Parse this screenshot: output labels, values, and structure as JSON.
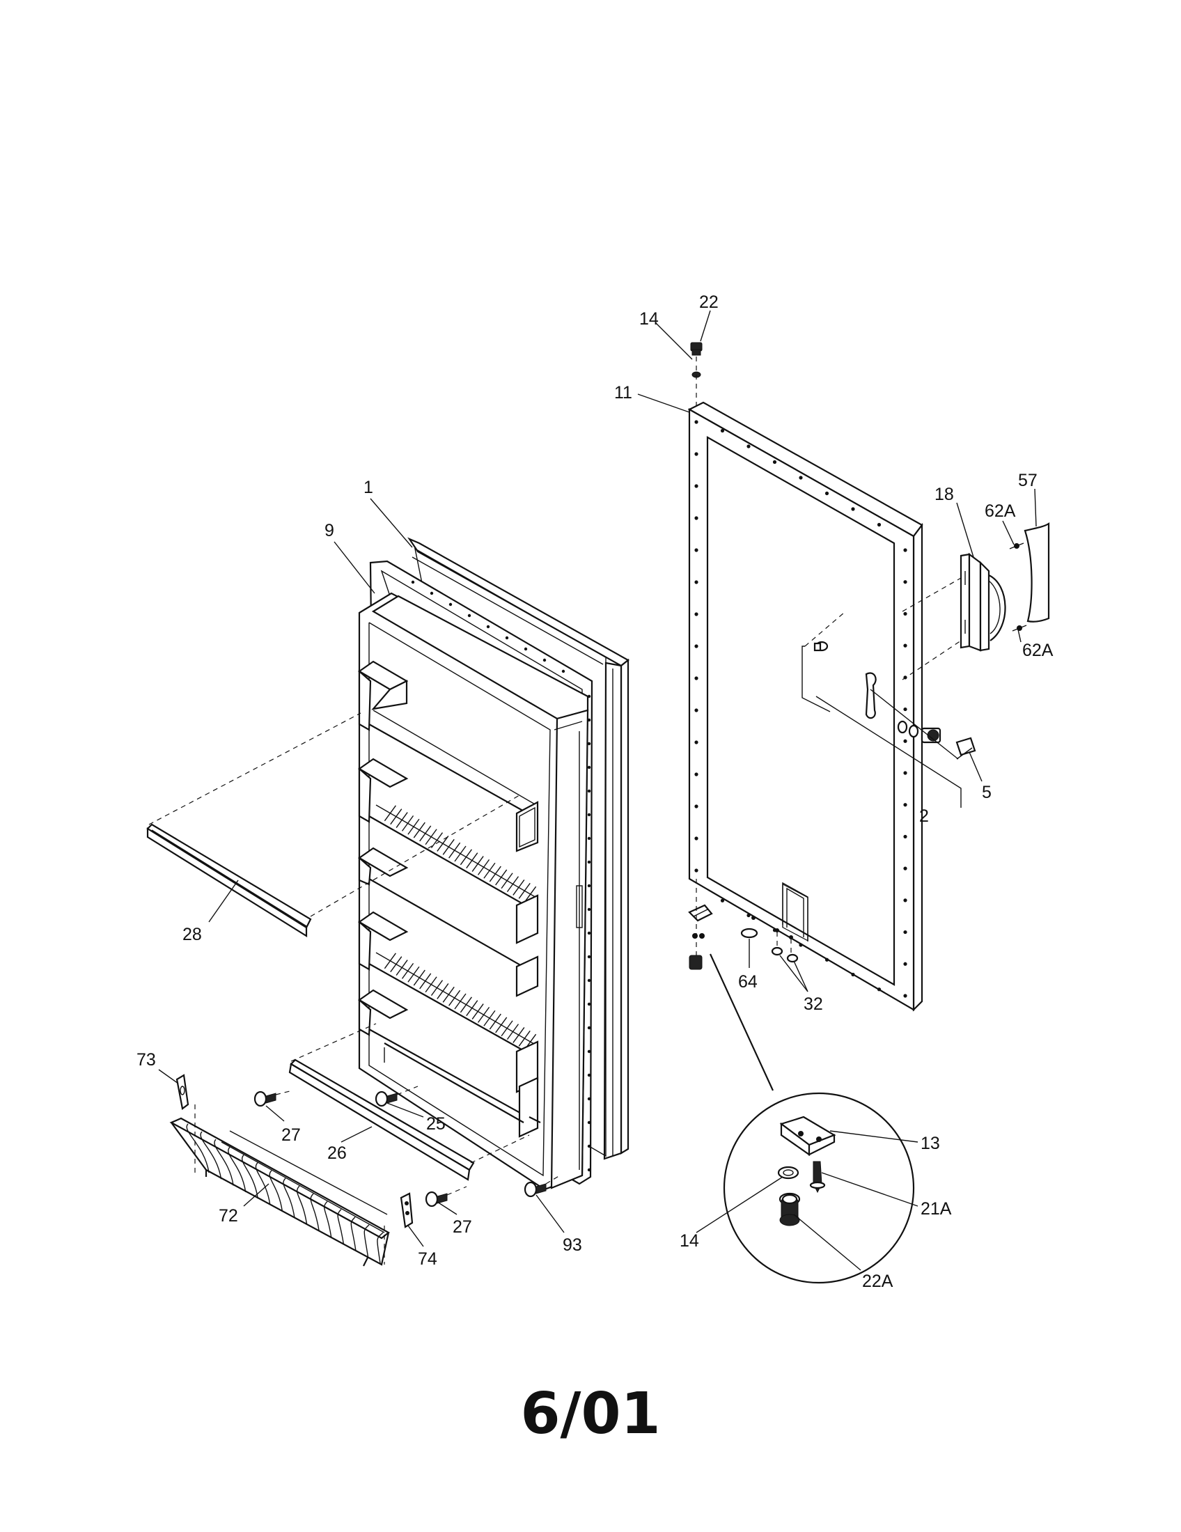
{
  "diagram": {
    "footer_date": "6/01",
    "labels": {
      "p1": "1",
      "p2": "2",
      "p5": "5",
      "p9": "9",
      "p11": "11",
      "p13": "13",
      "p14_top": "14",
      "p14_detail": "14",
      "p18": "18",
      "p21a": "21A",
      "p22": "22",
      "p22a": "22A",
      "p25": "25",
      "p26": "26",
      "p27_left": "27",
      "p27_right": "27",
      "p28": "28",
      "p32": "32",
      "p57": "57",
      "p62a_top": "62A",
      "p62a_bottom": "62A",
      "p64": "64",
      "p72": "72",
      "p73": "73",
      "p74": "74",
      "p93": "93"
    }
  }
}
